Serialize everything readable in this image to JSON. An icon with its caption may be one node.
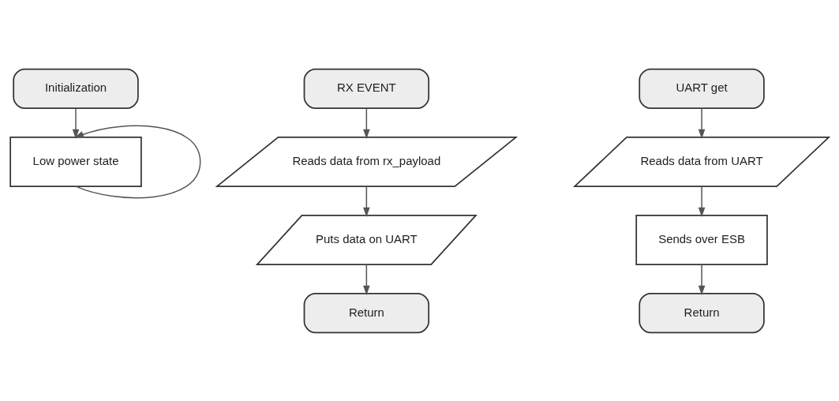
{
  "diagram": {
    "nodes": [
      {
        "text": [
          "Initialization"
        ]
      },
      {
        "text": [
          "Low power state"
        ]
      },
      {
        "text": [
          "RX EVENT"
        ]
      },
      {
        "text": [
          "Reads data from rx_payload"
        ]
      },
      {
        "text": [
          "Puts data on UART"
        ]
      },
      {
        "text": [
          "Return"
        ]
      },
      {
        "text": [
          "UART get"
        ]
      },
      {
        "text": [
          "Reads data from UART"
        ]
      },
      {
        "text": [
          "Sends over ESB"
        ]
      },
      {
        "text": [
          "Return"
        ]
      }
    ],
    "edges": [
      {
        "from": 0,
        "to": 1,
        "arrow": "to"
      },
      {
        "from": 1,
        "to": 1,
        "arrow": "to"
      },
      {
        "from": 2,
        "to": 3,
        "arrow": "to"
      },
      {
        "from": 3,
        "to": 4,
        "arrow": "to"
      },
      {
        "from": 4,
        "to": 5,
        "arrow": "to"
      },
      {
        "from": 6,
        "to": 7,
        "arrow": "to"
      },
      {
        "from": 7,
        "to": 8,
        "arrow": "to"
      },
      {
        "from": 8,
        "to": 9,
        "arrow": "to"
      }
    ]
  }
}
